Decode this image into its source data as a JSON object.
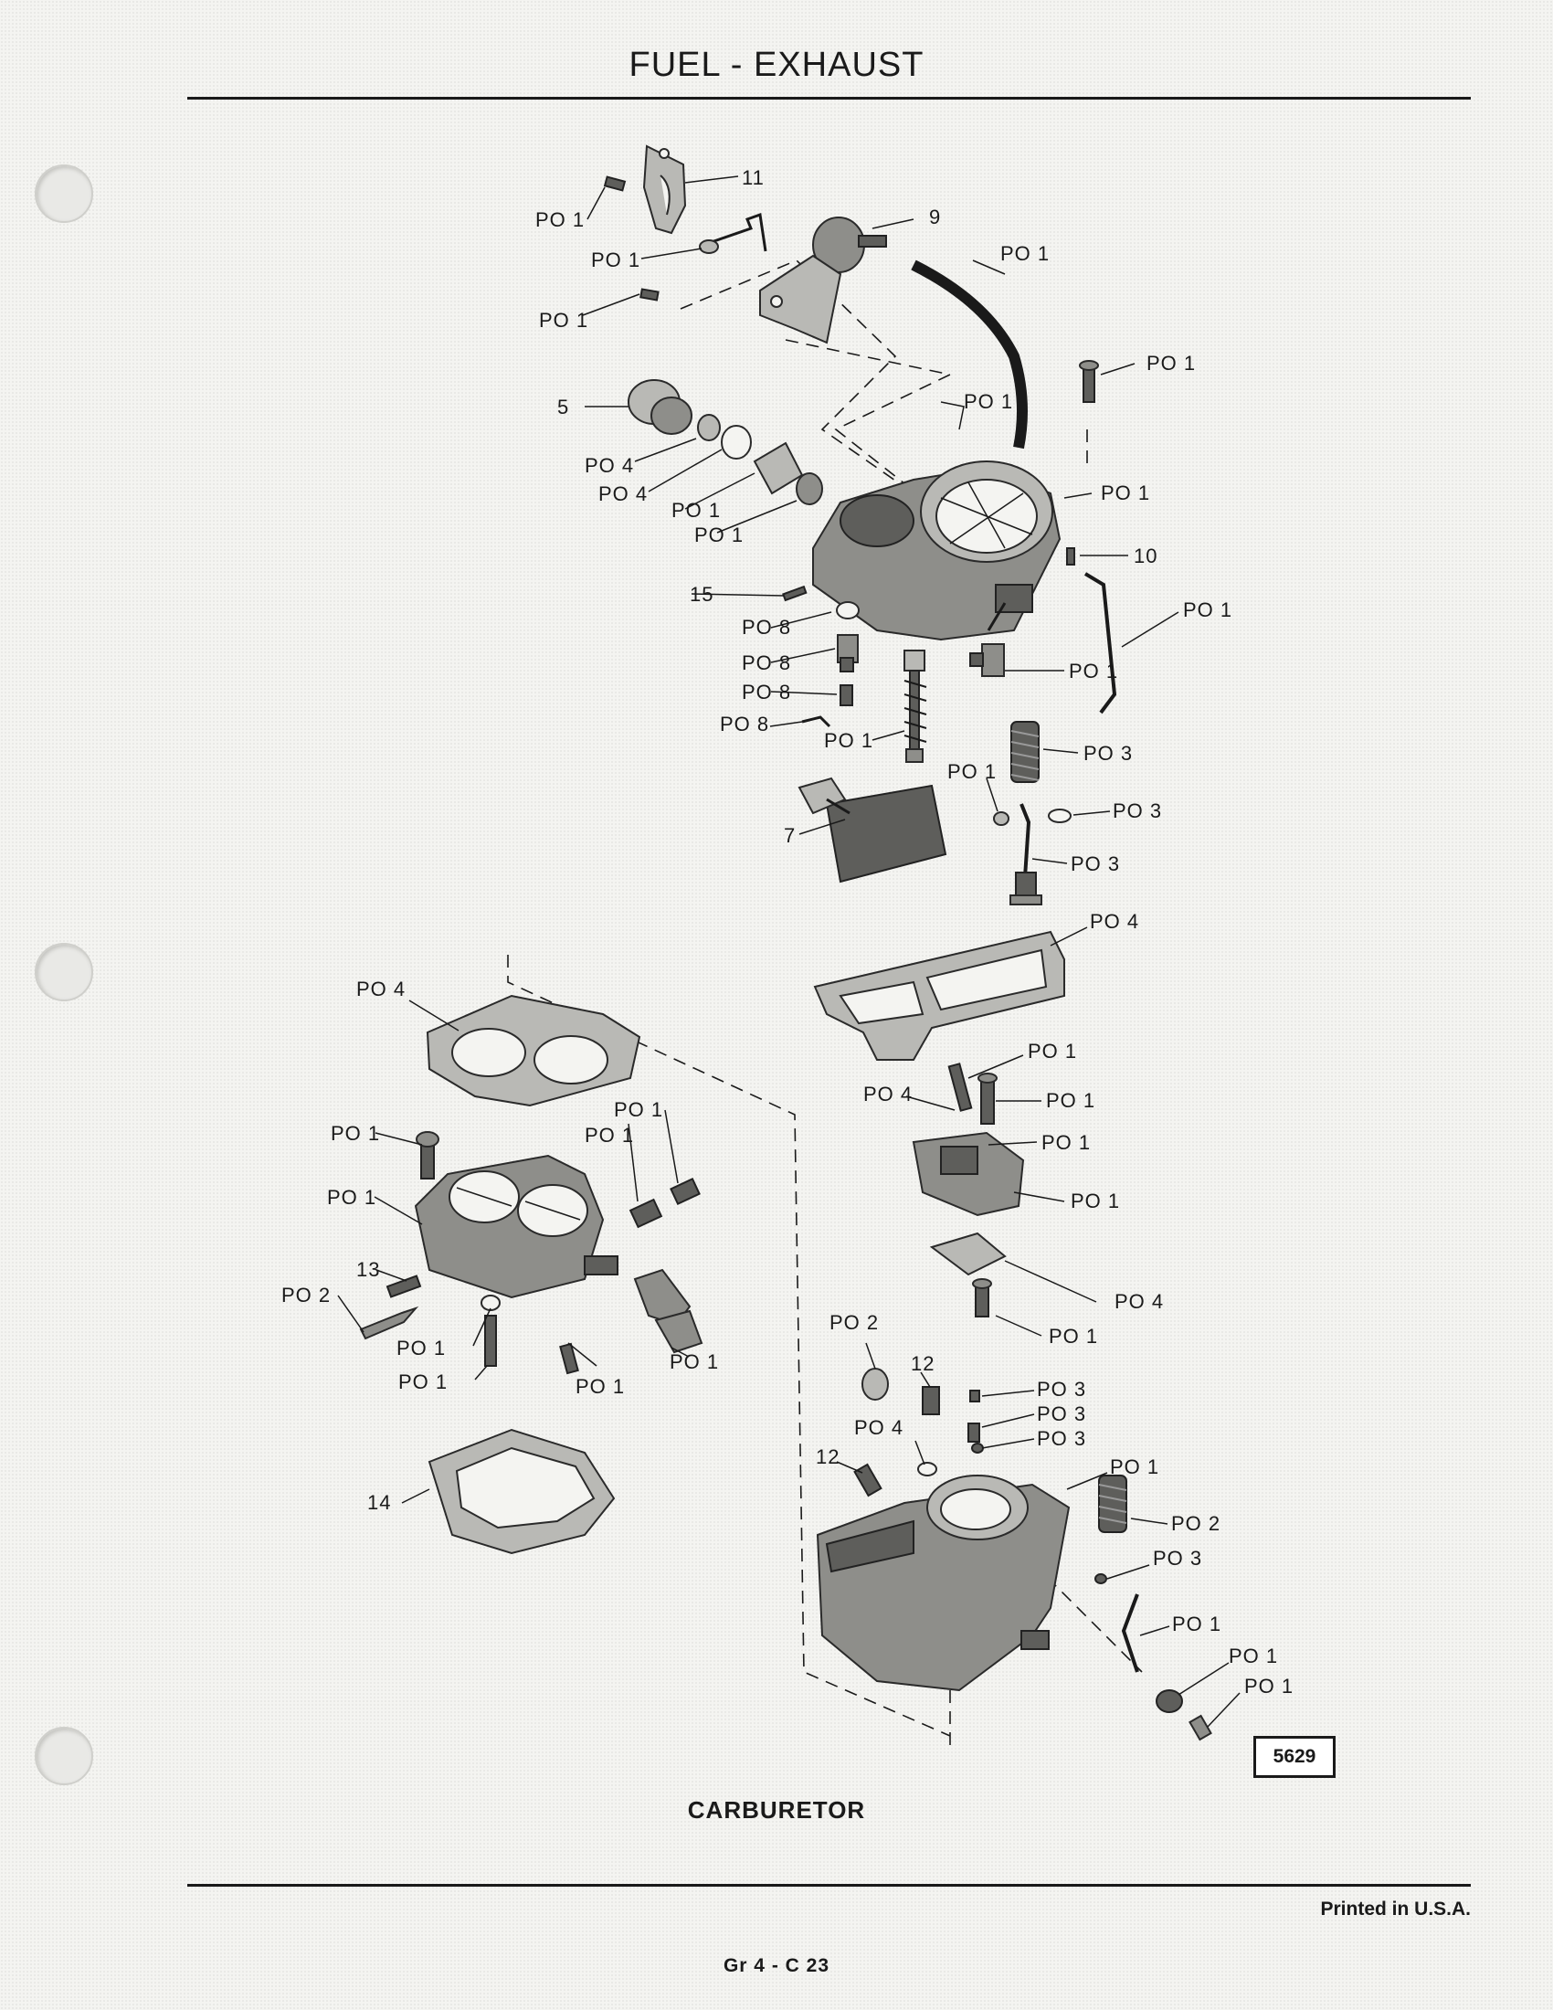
{
  "header": {
    "title": "FUEL - EXHAUST"
  },
  "caption": "CARBURETOR",
  "footer": {
    "printed": "Printed in U.S.A.",
    "page": "Gr 4 - C 23"
  },
  "figure_number": "5629",
  "callouts": [
    "PO 1",
    "11",
    "PO 1",
    "9",
    "PO 1",
    "PO 1",
    "PO 1",
    "5",
    "PO 1",
    "PO 4",
    "PO 4",
    "PO 1",
    "PO 1",
    "PO 1",
    "10",
    "15",
    "PO 8",
    "PO 8",
    "PO 1",
    "PO 1",
    "PO 8",
    "PO 8",
    "PO 1",
    "PO 3",
    "PO 1",
    "PO 3",
    "7",
    "PO 3",
    "PO 4",
    "PO 4",
    "PO 1",
    "PO 4",
    "PO 1",
    "PO 1",
    "PO 1",
    "PO 1",
    "PO 1",
    "PO 1",
    "PO 1",
    "13",
    "PO 2",
    "PO 4",
    "PO 1",
    "PO 1",
    "PO 1",
    "PO 1",
    "PO 1",
    "PO 2",
    "12",
    "PO 3",
    "PO 3",
    "PO 4",
    "PO 3",
    "12",
    "PO 1",
    "14",
    "PO 2",
    "PO 3",
    "PO 1",
    "PO 1",
    "PO 1"
  ]
}
